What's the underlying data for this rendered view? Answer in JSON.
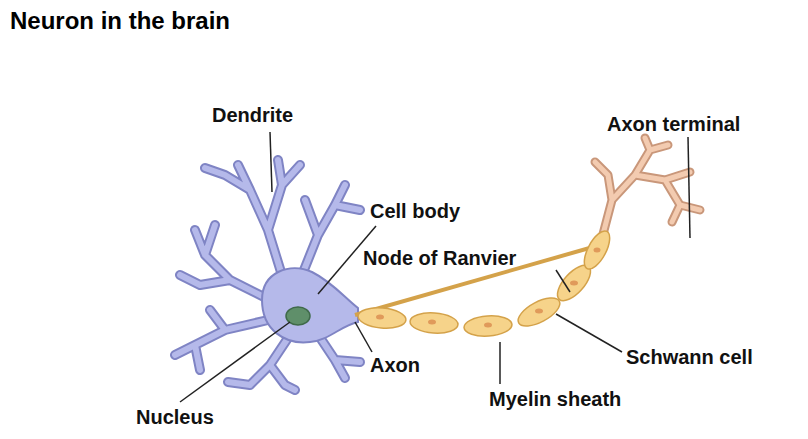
{
  "diagram": {
    "title": "Neuron in the brain",
    "labels": [
      "Dendrite",
      "Axon terminal",
      "Cell body",
      "Node of Ranvier",
      "Schwann cell",
      "Axon",
      "Myelin sheath",
      "Nucleus"
    ]
  }
}
